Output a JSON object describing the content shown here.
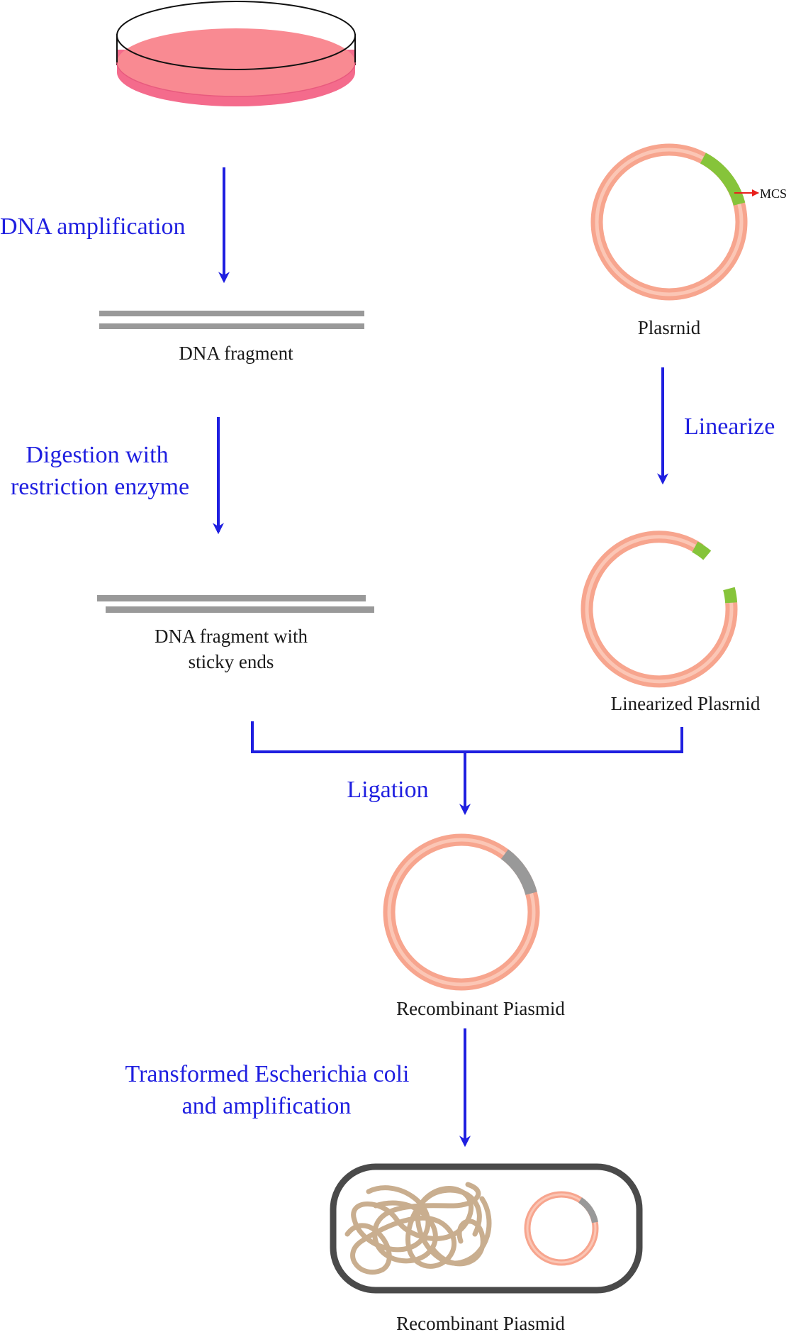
{
  "steps": {
    "amplification": "DNA amplification",
    "digestion_line1": "Digestion with",
    "digestion_line2": "restriction enzyme",
    "linearize": "Linearize",
    "ligation": "Ligation",
    "transform_line1": "Transformed Escherichia coli",
    "transform_line2": "and amplification"
  },
  "labels": {
    "dna_fragment": "DNA fragment",
    "sticky_line1": "DNA fragment with",
    "sticky_line2": "sticky ends",
    "plasmid": "Plasrnid",
    "mcs": "MCS",
    "linearized": "Linearized Plasrnid",
    "recombinant": "Recombinant Piasmid",
    "recombinant_bottom": "Recombinant Piasmid"
  },
  "colors": {
    "step_text": "#1f1fe0",
    "arrow": "#1f1fe0",
    "plasmid_ring": "#f7a58e",
    "mcs_segment": "#86c43a",
    "dna_insert": "#999999",
    "petri_medium": "#f98a92",
    "mcs_pointer": "#e8201c",
    "chromosome": "#c9ae8f",
    "cell_outline": "#4a4a4a"
  }
}
